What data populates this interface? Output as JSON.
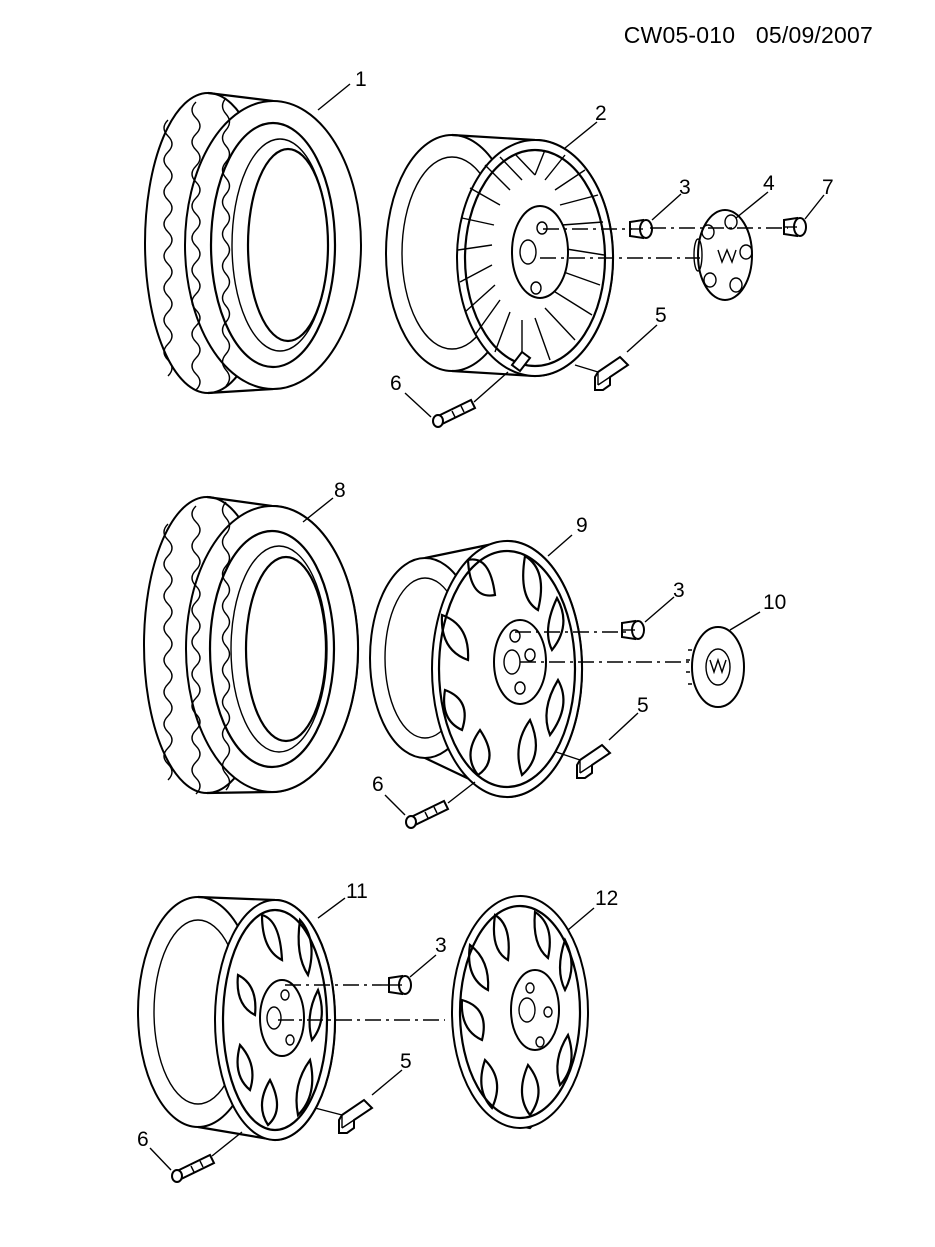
{
  "header": {
    "code": "CW05-010",
    "date": "05/09/2007"
  },
  "callouts": {
    "c1": "1",
    "c2": "2",
    "c3a": "3",
    "c4": "4",
    "c7": "7",
    "c5a": "5",
    "c6a": "6",
    "c8": "8",
    "c9": "9",
    "c3b": "3",
    "c10": "10",
    "c5b": "5",
    "c6b": "6",
    "c11": "11",
    "c3c": "3",
    "c12": "12",
    "c5c": "5",
    "c6c": "6"
  },
  "parts": [
    {
      "ref": "1",
      "name": "tire",
      "icon": "tire-icon"
    },
    {
      "ref": "2",
      "name": "wheel",
      "icon": "wheel-icon"
    },
    {
      "ref": "3",
      "name": "lug nut",
      "icon": "lug-nut-icon"
    },
    {
      "ref": "4",
      "name": "center cap",
      "icon": "center-cap-icon"
    },
    {
      "ref": "5",
      "name": "balance weight",
      "icon": "balance-weight-icon"
    },
    {
      "ref": "6",
      "name": "valve stem",
      "icon": "valve-stem-icon"
    },
    {
      "ref": "7",
      "name": "cap nut",
      "icon": "cap-nut-icon"
    },
    {
      "ref": "8",
      "name": "tire",
      "icon": "tire-icon"
    },
    {
      "ref": "9",
      "name": "wheel",
      "icon": "wheel-icon"
    },
    {
      "ref": "10",
      "name": "center cap",
      "icon": "center-cap-icon"
    },
    {
      "ref": "11",
      "name": "wheel",
      "icon": "wheel-icon"
    },
    {
      "ref": "12",
      "name": "wheel cover",
      "icon": "wheel-cover-icon"
    }
  ]
}
